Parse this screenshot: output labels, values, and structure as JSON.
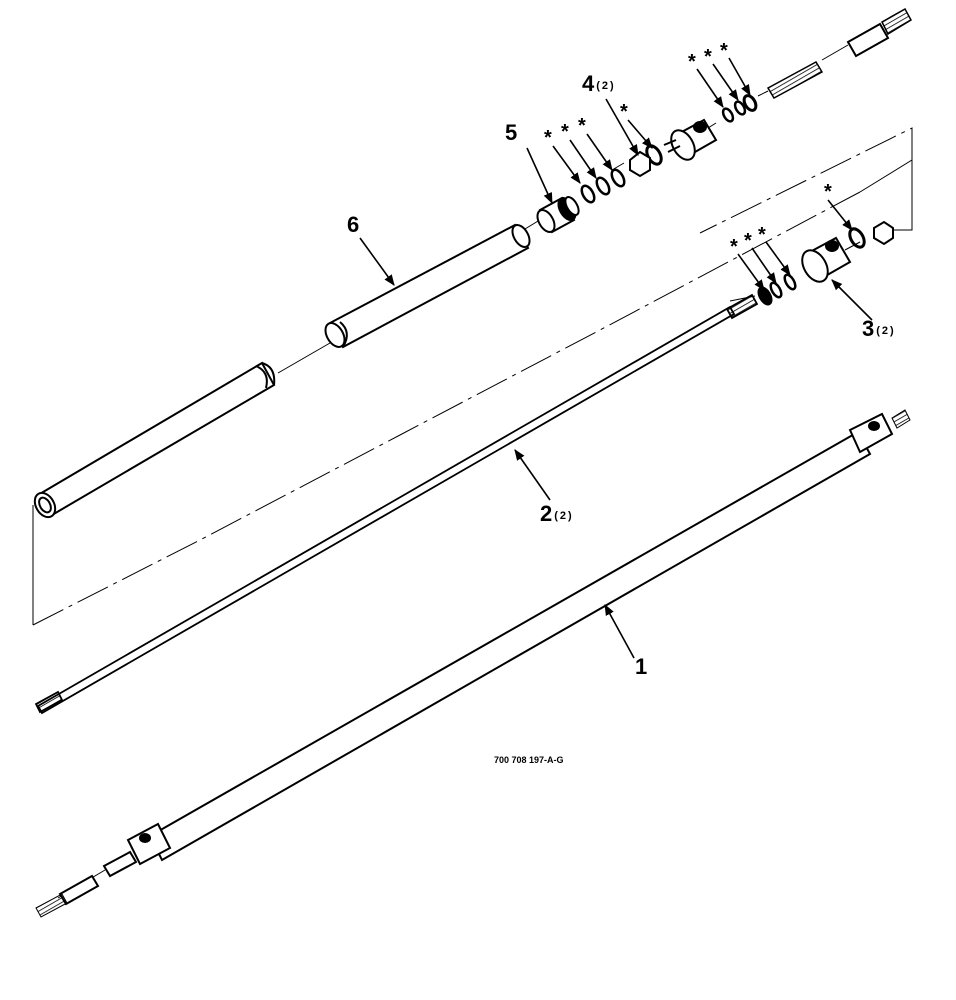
{
  "diagram": {
    "callouts": {
      "item1": {
        "number": "1",
        "qty": ""
      },
      "item2": {
        "number": "2",
        "qty": "(2)"
      },
      "item3": {
        "number": "3",
        "qty": "(2)"
      },
      "item4": {
        "number": "4",
        "qty": "(2)"
      },
      "item5": {
        "number": "5",
        "qty": ""
      },
      "item6": {
        "number": "6",
        "qty": ""
      }
    },
    "seal_marker": "*",
    "document_number": "700 708 197-A-G"
  }
}
